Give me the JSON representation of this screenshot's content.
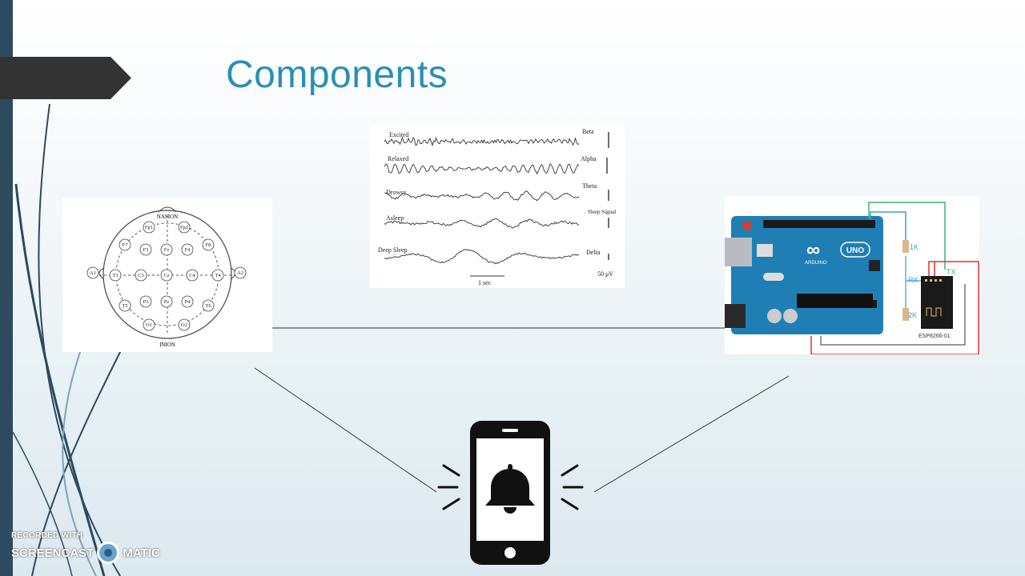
{
  "slide": {
    "title": "Components"
  },
  "eeg_electrodes": {
    "top": "NASION",
    "bottom": "INION",
    "row1": [
      "Fp1",
      "Fp2"
    ],
    "row2": [
      "F7",
      "F3",
      "Fz",
      "F4",
      "F8"
    ],
    "row3": [
      "A1",
      "T3",
      "C3",
      "Cz",
      "C4",
      "T4",
      "A2"
    ],
    "row4": [
      "T5",
      "P3",
      "Pz",
      "P4",
      "T6"
    ],
    "row5": [
      "O1",
      "O2"
    ]
  },
  "brain_waves": {
    "states": [
      "Excited",
      "Relaxed",
      "Drowsy",
      "Asleep",
      "Deep Sleep"
    ],
    "bands": [
      "Beta",
      "Alpha",
      "Theta",
      "Sleep Signal",
      "Delta"
    ],
    "time_scale": "1 sec",
    "amplitude_scale": "50 μV"
  },
  "arduino": {
    "board_brand": "ARDUINO",
    "board_model": "UNO",
    "resistor_1": "1K",
    "resistor_2": "2K",
    "rx_label": "RX",
    "tx_label": "TX",
    "module": "ESP8266-01"
  },
  "watermark": {
    "line1": "RECORDED WITH",
    "brand_left": "SCREENCAST",
    "brand_right": "MATIC"
  },
  "colors": {
    "title": "#2a8fb5",
    "board": "#1f7fb5",
    "wire_red": "#e03030",
    "wire_green": "#3cb371",
    "wire_blue": "#3aa0d0"
  },
  "icons": [
    "notification-bell-icon",
    "smartphone-icon"
  ]
}
